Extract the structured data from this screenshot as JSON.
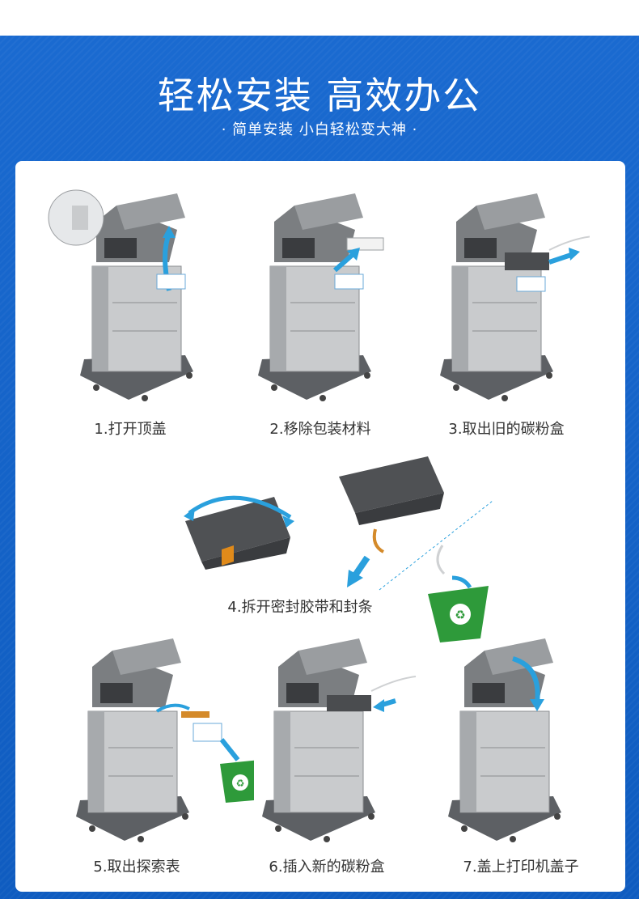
{
  "header": {
    "title": "轻松安装 高效办公",
    "subtitle": "· 简单安装 小白轻松变大神 ·"
  },
  "steps": [
    {
      "label": "1.打开顶盖"
    },
    {
      "label": "2.移除包装材料"
    },
    {
      "label": "3.取出旧的碳粉盒"
    },
    {
      "label": "4.拆开密封胶带和封条"
    },
    {
      "label": "5.取出探索表"
    },
    {
      "label": "6.插入新的碳粉盒"
    },
    {
      "label": "7.盖上打印机盖子"
    }
  ],
  "colors": {
    "banner_blue": "#1565c8",
    "arrow_blue": "#2aa0dd",
    "recycle_green": "#2e9a3a",
    "printer_gray": "#8a8d90"
  },
  "icons": [
    "printer-illustration",
    "arrow-icon",
    "recycle-bin-icon",
    "toner-cartridge-illustration"
  ]
}
